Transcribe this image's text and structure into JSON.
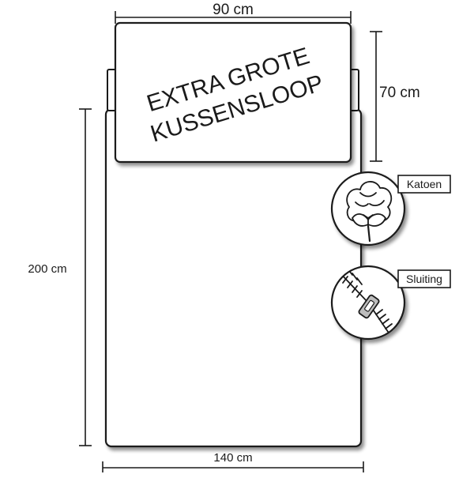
{
  "pillow": {
    "width_label": "90 cm",
    "height_label": "70 cm",
    "title_line1": "EXTRA GROTE",
    "title_line2": "KUSSENSLOOP"
  },
  "duvet": {
    "width_label": "140 cm",
    "height_label": "200 cm"
  },
  "badges": [
    {
      "label": "Katoen",
      "icon": "cotton-flower-icon"
    },
    {
      "label": "Sluiting",
      "icon": "zipper-icon"
    }
  ],
  "colors": {
    "stroke": "#1a1a1a",
    "fill": "#ffffff",
    "shadow": "#9a9a9a",
    "zipper_pull": "#bdbdbd"
  }
}
